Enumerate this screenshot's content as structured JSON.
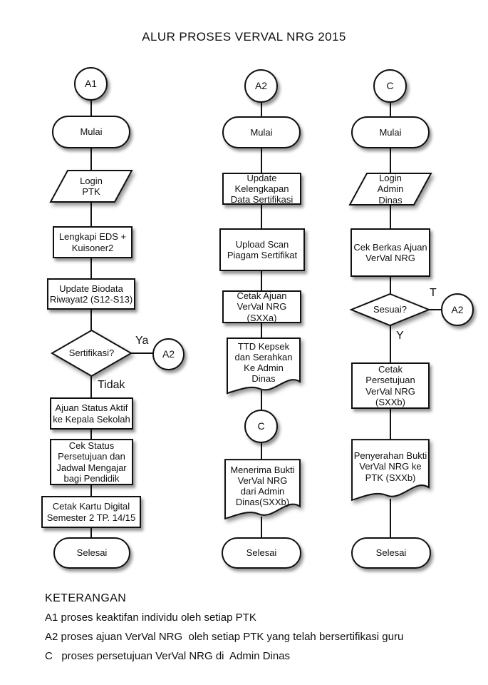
{
  "title": "ALUR PROSES VERVAL NRG 2015",
  "colors": {
    "ink": "#101010",
    "paper": "#ffffff"
  },
  "flow_a1": {
    "connector_label": "A1",
    "start": "Mulai",
    "login_io": "Login\nPTK",
    "eds": "Lengkapi EDS +\nKuisoner2",
    "biodata": "Update Biodata\nRiwayat2 (S12-S13)",
    "decision": "Sertifikasi?",
    "decision_yes": "Ya",
    "decision_no": "Tidak",
    "yes_target": "A2",
    "ajuan": "Ajuan Status Aktif\nke Kepala Sekolah",
    "cek": "Cek Status\nPersetujuan  dan\nJadwal Mengajar\nbagi Pendidik",
    "cetak": "Cetak Kartu Digital\nSemester 2 TP. 14/15",
    "end": "Selesai"
  },
  "flow_a2": {
    "connector_label": "A2",
    "start": "Mulai",
    "update": "Update\nKelengkapan\nData Sertifikasi",
    "upload": "Upload Scan\nPiagam Sertifikat",
    "cetak": "Cetak Ajuan\nVerVal  NRG\n(SXXa)",
    "ttd": "TTD Kepsek\ndan Serahkan\nKe Admin\nDinas",
    "connector_c": "C",
    "menerima": "Menerima Bukti\nVerVal  NRG\ndari Admin\nDinas(SXXb)",
    "end": "Selesai"
  },
  "flow_c": {
    "connector_label": "C",
    "start": "Mulai",
    "login_io": "Login\nAdmin\nDinas",
    "cek": "Cek Berkas Ajuan\nVerVal NRG",
    "decision": "Sesuai?",
    "decision_no": "T",
    "decision_yes": "Y",
    "no_target": "A2",
    "cetak": "Cetak\nPersetujuan\nVerVal  NRG\n(SXXb)",
    "penyerahan": "Penyerahan Bukti\nVerVal NRG ke\nPTK  (SXXb)",
    "end": "Selesai"
  },
  "legend": {
    "heading": "KETERANGAN",
    "items": [
      "A1 proses keaktifan individu oleh setiap PTK",
      "A2 proses ajuan VerVal NRG  oleh setiap PTK yang telah bersertifikasi guru",
      "C   proses persetujuan VerVal NRG di  Admin Dinas"
    ]
  }
}
